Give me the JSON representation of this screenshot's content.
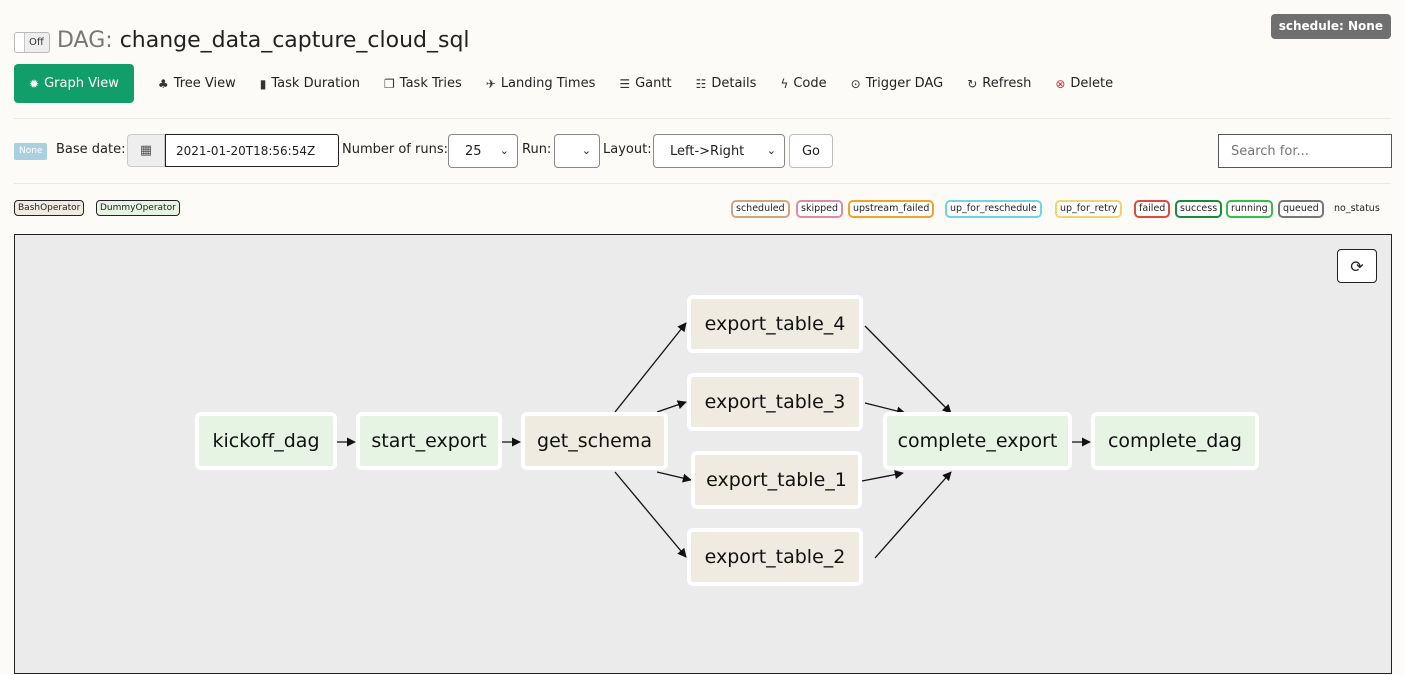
{
  "header": {
    "toggle_label": "Off",
    "dag_prefix": "DAG:",
    "dag_name": "change_data_capture_cloud_sql",
    "schedule_badge": "schedule: None"
  },
  "tabs": [
    {
      "label": "Graph View",
      "icon": "asterisk-icon",
      "active": true
    },
    {
      "label": "Tree View",
      "icon": "tree-icon"
    },
    {
      "label": "Task Duration",
      "icon": "bar-chart-icon"
    },
    {
      "label": "Task Tries",
      "icon": "files-icon"
    },
    {
      "label": "Landing Times",
      "icon": "plane-icon"
    },
    {
      "label": "Gantt",
      "icon": "align-left-icon"
    },
    {
      "label": "Details",
      "icon": "list-icon"
    },
    {
      "label": "Code",
      "icon": "flash-icon"
    },
    {
      "label": "Trigger DAG",
      "icon": "play-circle-icon"
    },
    {
      "label": "Refresh",
      "icon": "refresh-icon"
    },
    {
      "label": "Delete",
      "icon": "remove-circle-icon"
    }
  ],
  "form": {
    "state_badge": "None",
    "base_date_label": "Base date:",
    "base_date_value": "2021-01-20T18:56:54Z",
    "num_runs_label": "Number of runs:",
    "num_runs_value": "25",
    "run_label": "Run:",
    "run_value": "",
    "layout_label": "Layout:",
    "layout_value": "Left->Right",
    "go_label": "Go",
    "search_placeholder": "Search for..."
  },
  "operators": [
    "BashOperator",
    "DummyOperator"
  ],
  "statuses": [
    {
      "label": "scheduled",
      "color": "#d2a679"
    },
    {
      "label": "skipped",
      "color": "#e08aa5"
    },
    {
      "label": "upstream_failed",
      "color": "#f0a22a"
    },
    {
      "label": "up_for_reschedule",
      "color": "#6ed6e2"
    },
    {
      "label": "up_for_retry",
      "color": "#f3d36b"
    },
    {
      "label": "failed",
      "color": "#e04a3a"
    },
    {
      "label": "success",
      "color": "#1a8a40"
    },
    {
      "label": "running",
      "color": "#33c04a"
    },
    {
      "label": "queued",
      "color": "#777777"
    },
    {
      "label": "no_status",
      "color": ""
    }
  ],
  "graph": {
    "nodes": [
      {
        "id": "kickoff_dag",
        "label": "kickoff_dag",
        "operator": "DummyOperator"
      },
      {
        "id": "start_export",
        "label": "start_export",
        "operator": "DummyOperator"
      },
      {
        "id": "get_schema",
        "label": "get_schema",
        "operator": "BashOperator"
      },
      {
        "id": "export_table_4",
        "label": "export_table_4",
        "operator": "BashOperator"
      },
      {
        "id": "export_table_3",
        "label": "export_table_3",
        "operator": "BashOperator"
      },
      {
        "id": "export_table_1",
        "label": "export_table_1",
        "operator": "BashOperator"
      },
      {
        "id": "export_table_2",
        "label": "export_table_2",
        "operator": "BashOperator"
      },
      {
        "id": "complete_export",
        "label": "complete_export",
        "operator": "DummyOperator"
      },
      {
        "id": "complete_dag",
        "label": "complete_dag",
        "operator": "DummyOperator"
      }
    ],
    "edges": [
      [
        "kickoff_dag",
        "start_export"
      ],
      [
        "start_export",
        "get_schema"
      ],
      [
        "get_schema",
        "export_table_4"
      ],
      [
        "get_schema",
        "export_table_3"
      ],
      [
        "get_schema",
        "export_table_1"
      ],
      [
        "get_schema",
        "export_table_2"
      ],
      [
        "export_table_4",
        "complete_export"
      ],
      [
        "export_table_3",
        "complete_export"
      ],
      [
        "export_table_1",
        "complete_export"
      ],
      [
        "export_table_2",
        "complete_export"
      ],
      [
        "complete_export",
        "complete_dag"
      ]
    ]
  }
}
